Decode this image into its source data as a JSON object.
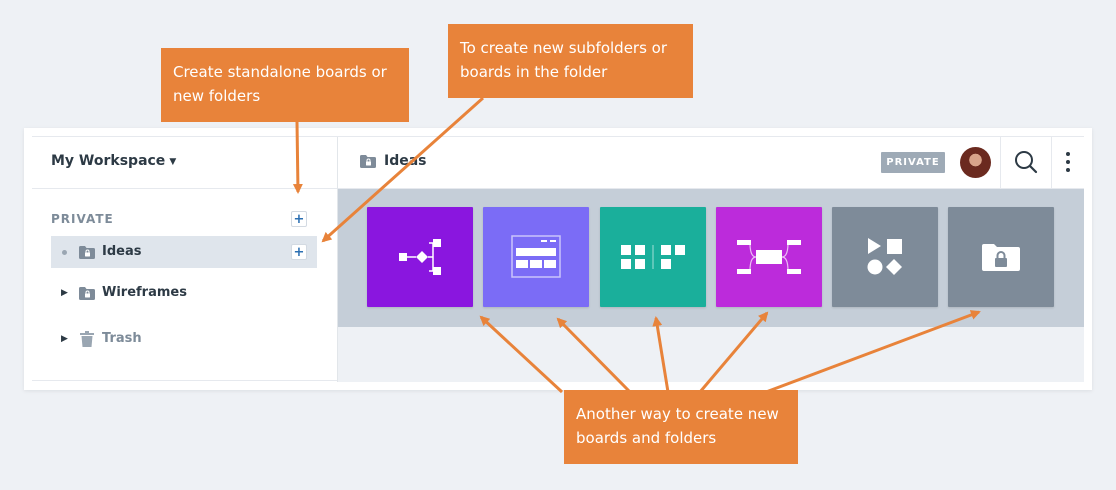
{
  "sidebar": {
    "workspace_title": "My Workspace",
    "section_label": "PRIVATE",
    "items": [
      {
        "label": "Ideas"
      },
      {
        "label": "Wireframes"
      },
      {
        "label": "Trash"
      }
    ]
  },
  "main": {
    "breadcrumb": "Ideas",
    "privacy_badge": "PRIVATE"
  },
  "tiles": [
    {
      "icon": "flowchart-icon",
      "color": "#8a16df"
    },
    {
      "icon": "wireframe-icon",
      "color": "#7b6cf6"
    },
    {
      "icon": "kanban-icon",
      "color": "#1aaf9b"
    },
    {
      "icon": "mindmap-icon",
      "color": "#bc2bdb"
    },
    {
      "icon": "shapes-icon",
      "color": "#7e8b99"
    },
    {
      "icon": "private-folder-icon",
      "color": "#7e8b99"
    }
  ],
  "callouts": {
    "standalone": {
      "line1": "Create standalone boards or",
      "line2": "new folders"
    },
    "subfolders": {
      "line1": "To create new subfolders or",
      "line2": "boards in the folder"
    },
    "another_way": {
      "line1": "Another way to create new",
      "line2": "boards and folders"
    }
  },
  "colors": {
    "callout": "#e8833a",
    "accent": "#2b6fb2"
  }
}
